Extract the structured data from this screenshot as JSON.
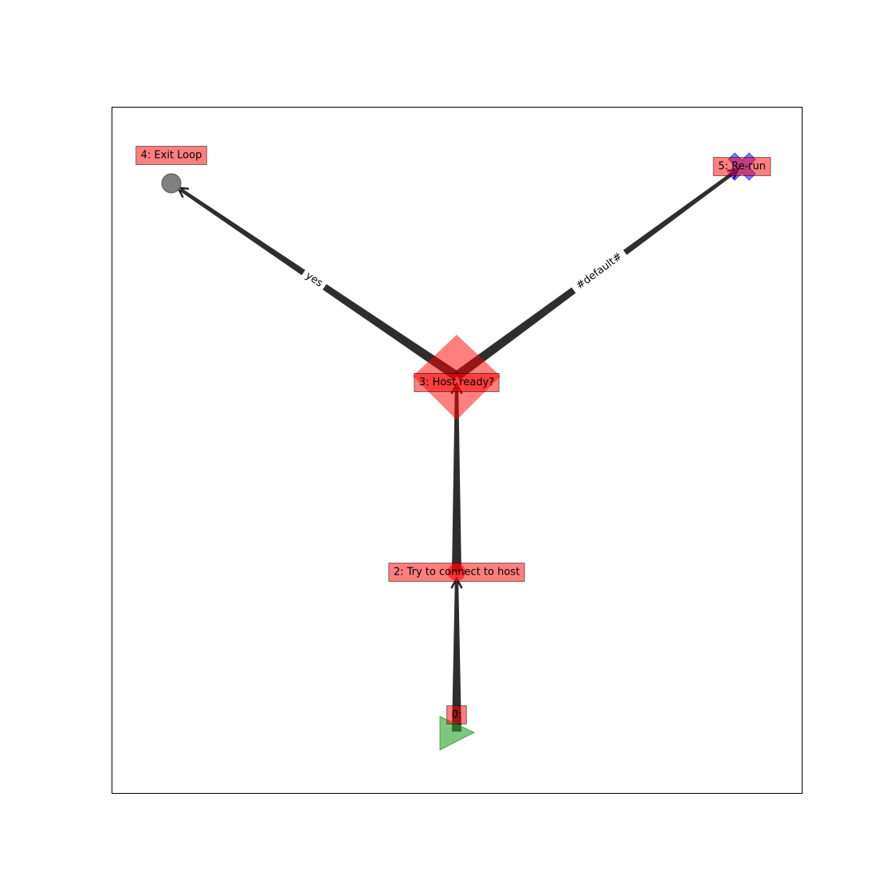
{
  "diagram": {
    "type": "state-graph",
    "nodes": [
      {
        "id": "0",
        "label": "0:",
        "shape": "triangle",
        "color": "#2ca02c"
      },
      {
        "id": "2",
        "label": "2: Try to connect to host",
        "shape": "circle",
        "color": "#ff0000"
      },
      {
        "id": "3",
        "label": "3: Host ready?",
        "shape": "diamond",
        "color": "#ff0000"
      },
      {
        "id": "4",
        "label": "4: Exit Loop",
        "shape": "circle",
        "color": "#808080"
      },
      {
        "id": "5",
        "label": "5: Re-run",
        "shape": "x-mark",
        "color": "#0000ff"
      }
    ],
    "edges": [
      {
        "from": "0",
        "to": "2",
        "label": ""
      },
      {
        "from": "2",
        "to": "3",
        "label": ""
      },
      {
        "from": "3",
        "to": "4",
        "label": "yes"
      },
      {
        "from": "3",
        "to": "5",
        "label": "#default#"
      }
    ],
    "label_box_color": "#ff0000",
    "edge_color": "#000000"
  }
}
